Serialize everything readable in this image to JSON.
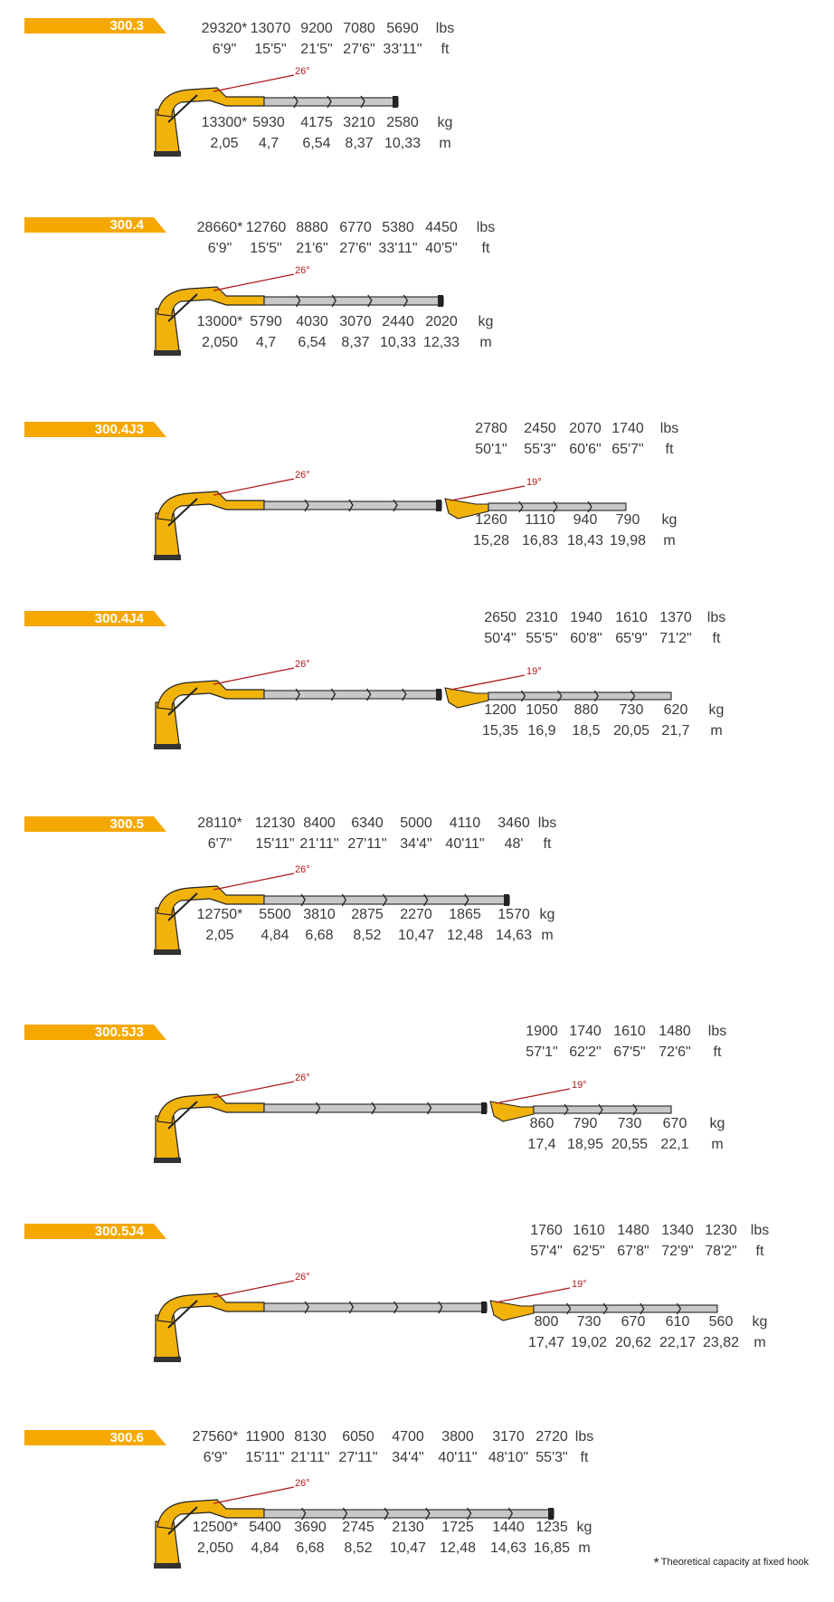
{
  "sections": [
    {
      "model": "300.3",
      "top_units": [
        "lbs",
        "ft"
      ],
      "top_rows": [
        [
          "29320*",
          "13070",
          "9200",
          "7080",
          "5690"
        ],
        [
          "6'9\"",
          "15'5\"",
          "21'5\"",
          "27'6\"",
          "33'11\""
        ]
      ],
      "bottom_units": [
        "kg",
        "m"
      ],
      "bottom_rows": [
        [
          "13300*",
          "5930",
          "4175",
          "3210",
          "2580"
        ],
        [
          "2,05",
          "4,7",
          "6,54",
          "8,37",
          "10,33"
        ]
      ],
      "main_angle": "26°",
      "jib_angle": ""
    },
    {
      "model": "300.4",
      "top_units": [
        "lbs",
        "ft"
      ],
      "top_rows": [
        [
          "28660*",
          "12760",
          "8880",
          "6770",
          "5380",
          "4450"
        ],
        [
          "6'9\"",
          "15'5\"",
          "21'6\"",
          "27'6\"",
          "33'11\"",
          "40'5\""
        ]
      ],
      "bottom_units": [
        "kg",
        "m"
      ],
      "bottom_rows": [
        [
          "13000*",
          "5790",
          "4030",
          "3070",
          "2440",
          "2020"
        ],
        [
          "2,050",
          "4,7",
          "6,54",
          "8,37",
          "10,33",
          "12,33"
        ]
      ],
      "main_angle": "26°",
      "jib_angle": ""
    },
    {
      "model": "300.4J3",
      "top_units": [
        "lbs",
        "ft"
      ],
      "top_rows": [
        [
          "2780",
          "2450",
          "2070",
          "1740"
        ],
        [
          "50'1\"",
          "55'3\"",
          "60'6\"",
          "65'7\""
        ]
      ],
      "bottom_units": [
        "kg",
        "m"
      ],
      "bottom_rows": [
        [
          "1260",
          "1110",
          "940",
          "790"
        ],
        [
          "15,28",
          "16,83",
          "18,43",
          "19,98"
        ]
      ],
      "main_angle": "26°",
      "jib_angle": "19°"
    },
    {
      "model": "300.4J4",
      "top_units": [
        "lbs",
        "ft"
      ],
      "top_rows": [
        [
          "2650",
          "2310",
          "1940",
          "1610",
          "1370"
        ],
        [
          "50'4\"",
          "55'5\"",
          "60'8\"",
          "65'9\"",
          "71'2\""
        ]
      ],
      "bottom_units": [
        "kg",
        "m"
      ],
      "bottom_rows": [
        [
          "1200",
          "1050",
          "880",
          "730",
          "620"
        ],
        [
          "15,35",
          "16,9",
          "18,5",
          "20,05",
          "21,7"
        ]
      ],
      "main_angle": "26°",
      "jib_angle": "19°"
    },
    {
      "model": "300.5",
      "top_units": [
        "lbs",
        "ft"
      ],
      "top_rows": [
        [
          "28110*",
          "12130",
          "8400",
          "6340",
          "5000",
          "4110",
          "3460"
        ],
        [
          "6'7\"",
          "15'11\"",
          "21'11\"",
          "27'11\"",
          "34'4\"",
          "40'11\"",
          "48'"
        ]
      ],
      "bottom_units": [
        "kg",
        "m"
      ],
      "bottom_rows": [
        [
          "12750*",
          "5500",
          "3810",
          "2875",
          "2270",
          "1865",
          "1570"
        ],
        [
          "2,05",
          "4,84",
          "6,68",
          "8,52",
          "10,47",
          "12,48",
          "14,63"
        ]
      ],
      "main_angle": "26°",
      "jib_angle": ""
    },
    {
      "model": "300.5J3",
      "top_units": [
        "lbs",
        "ft"
      ],
      "top_rows": [
        [
          "1900",
          "1740",
          "1610",
          "1480"
        ],
        [
          "57'1\"",
          "62'2\"",
          "67'5\"",
          "72'6\""
        ]
      ],
      "bottom_units": [
        "kg",
        "m"
      ],
      "bottom_rows": [
        [
          "860",
          "790",
          "730",
          "670"
        ],
        [
          "17,4",
          "18,95",
          "20,55",
          "22,1"
        ]
      ],
      "main_angle": "26°",
      "jib_angle": "19°"
    },
    {
      "model": "300.5J4",
      "top_units": [
        "lbs",
        "ft"
      ],
      "top_rows": [
        [
          "1760",
          "1610",
          "1480",
          "1340",
          "1230"
        ],
        [
          "57'4\"",
          "62'5\"",
          "67'8\"",
          "72'9\"",
          "78'2\""
        ]
      ],
      "bottom_units": [
        "kg",
        "m"
      ],
      "bottom_rows": [
        [
          "800",
          "730",
          "670",
          "610",
          "560"
        ],
        [
          "17,47",
          "19,02",
          "20,62",
          "22,17",
          "23,82"
        ]
      ],
      "main_angle": "26°",
      "jib_angle": "19°"
    },
    {
      "model": "300.6",
      "top_units": [
        "lbs",
        "ft"
      ],
      "top_rows": [
        [
          "27560*",
          "11900",
          "8130",
          "6050",
          "4700",
          "3800",
          "3170",
          "2720"
        ],
        [
          "6'9\"",
          "15'11\"",
          "21'11\"",
          "27'11\"",
          "34'4\"",
          "40'11\"",
          "48'10\"",
          "55'3\""
        ]
      ],
      "bottom_units": [
        "kg",
        "m"
      ],
      "bottom_rows": [
        [
          "12500*",
          "5400",
          "3690",
          "2745",
          "2130",
          "1725",
          "1440",
          "1235"
        ],
        [
          "2,050",
          "4,84",
          "6,68",
          "8,52",
          "10,47",
          "12,48",
          "14,63",
          "16,85"
        ]
      ],
      "main_angle": "26°",
      "jib_angle": ""
    }
  ],
  "footnote": {
    "star": "*",
    "text": "Theoretical capacity at fixed hook"
  },
  "colors": {
    "badge": "#f5a800",
    "crane_yellow": "#f1b20a",
    "boom_gray": "#c8c8c8",
    "angle_red": "#b01818",
    "text": "#3a3a3a"
  }
}
